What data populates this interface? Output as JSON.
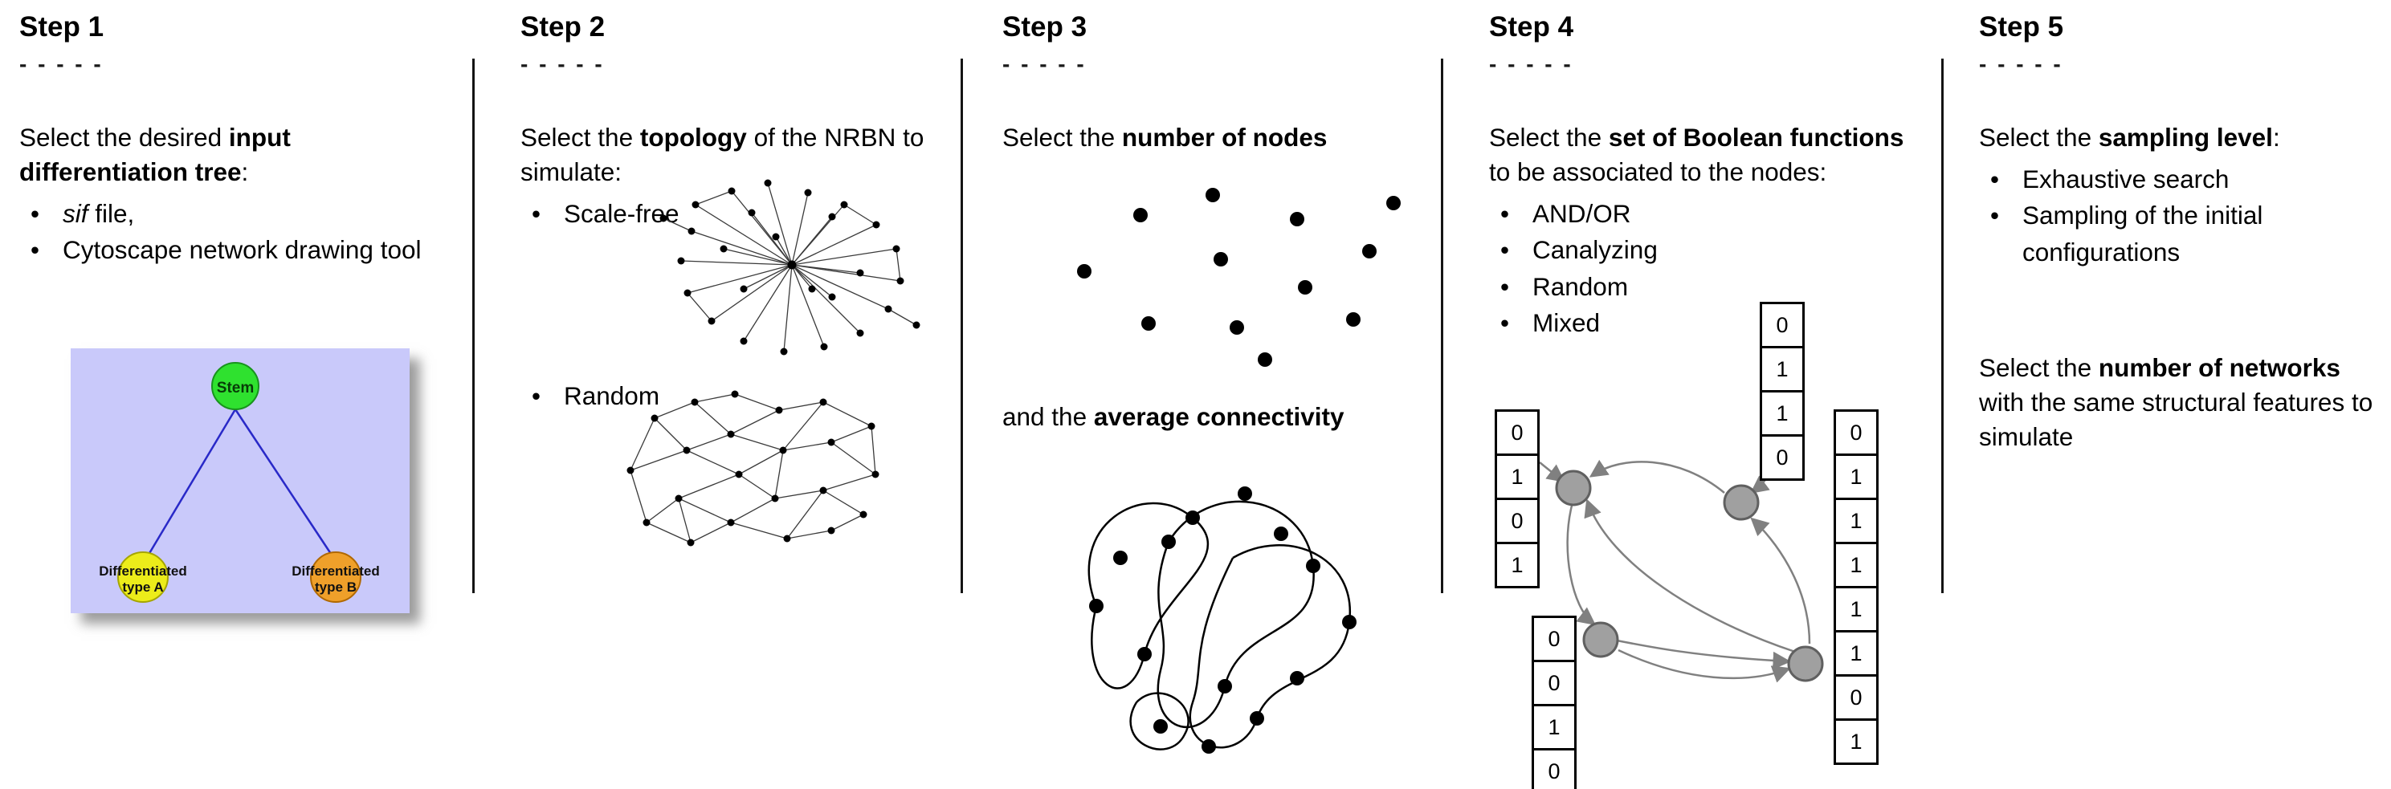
{
  "steps": {
    "step1": {
      "title": "Step 1",
      "dashes": "- - - - -",
      "intro_pre": "Select the desired ",
      "intro_bold": "input differentiation tree",
      "intro_post": ":",
      "bullet1_italic": "sif",
      "bullet1_post": " file,",
      "bullet2": "Cytoscape network drawing tool",
      "tree": {
        "stem": "Stem",
        "typeA_line1": "Differentiated",
        "typeA_line2": "type A",
        "typeB_line1": "Differentiated",
        "typeB_line2": "type B"
      }
    },
    "step2": {
      "title": "Step 2",
      "dashes": "- - - - -",
      "intro_pre": "Select the ",
      "intro_bold": "topology",
      "intro_post": " of the NRBN to simulate:",
      "bullet1": "Scale-free",
      "bullet2": "Random"
    },
    "step3": {
      "title": "Step 3",
      "dashes": "- - - - -",
      "intro_pre": "Select the ",
      "intro_bold": "number of nodes",
      "second_pre": "and the ",
      "second_bold": "average connectivity"
    },
    "step4": {
      "title": "Step 4",
      "dashes": "- - - - -",
      "intro_pre": "Select the ",
      "intro_bold": "set of Boolean functions",
      "intro_post": " to be associated to the nodes:",
      "bullets": [
        "AND/OR",
        "Canalyzing",
        "Random",
        "Mixed"
      ],
      "tables": {
        "top": [
          "0",
          "1",
          "1",
          "0"
        ],
        "left": [
          "0",
          "1",
          "0",
          "1"
        ],
        "bottom": [
          "0",
          "0",
          "1",
          "0"
        ],
        "right": [
          "0",
          "1",
          "1",
          "1",
          "1",
          "1",
          "0",
          "1"
        ]
      }
    },
    "step5": {
      "title": "Step 5",
      "dashes": "- - - - -",
      "intro_pre": "Select the ",
      "intro_bold": "sampling level",
      "intro_post": ":",
      "bullet1": "Exhaustive search",
      "bullet2": "Sampling of the initial configurations",
      "second_pre": "Select the ",
      "second_bold": "number of networks",
      "second_post": " with the same structural features to simulate"
    },
    "colors": {
      "stem_green": "#2fe12f",
      "typeA_yellow": "#ecec1a",
      "typeB_orange": "#efa02a",
      "tree_background": "#c9c9fa",
      "node_gray": "#a0a0a0"
    }
  }
}
